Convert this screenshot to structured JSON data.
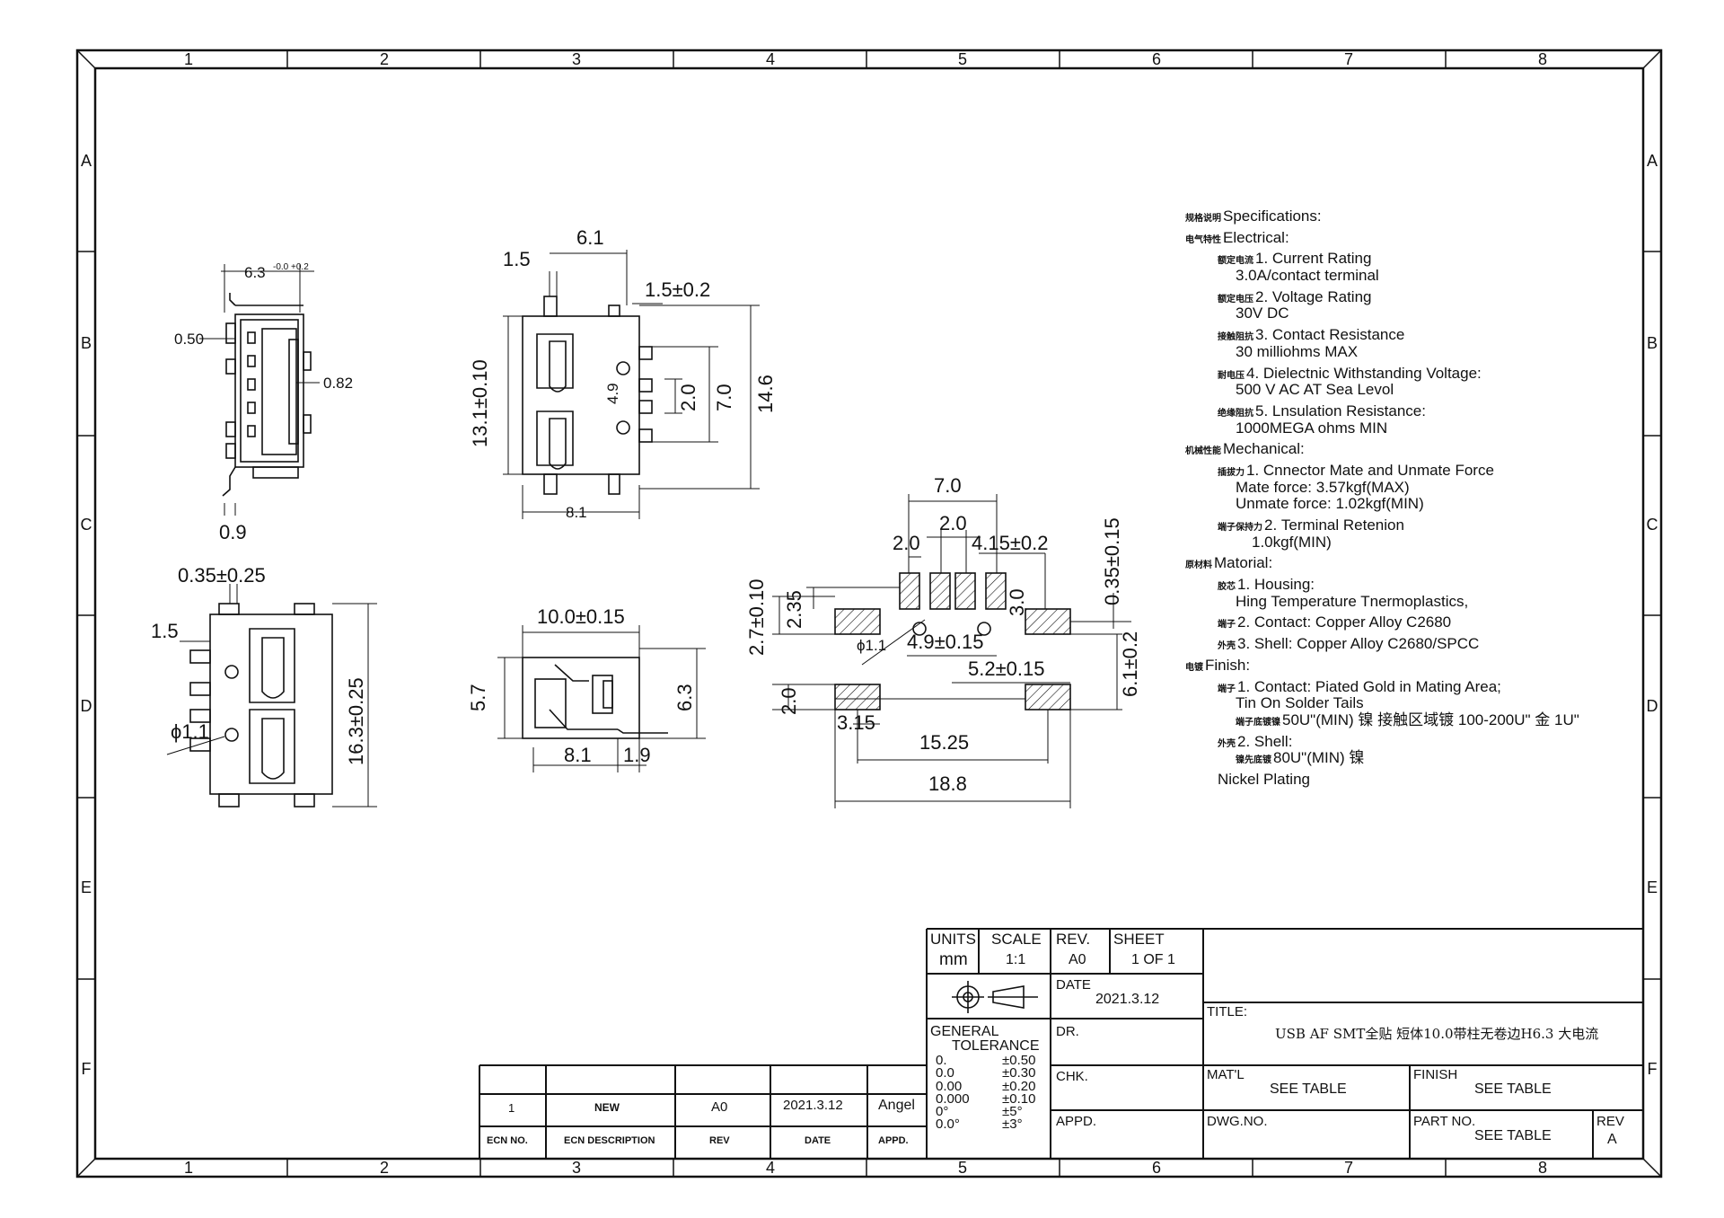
{
  "border": {
    "columns": [
      "1",
      "2",
      "3",
      "4",
      "5",
      "6",
      "7",
      "8"
    ],
    "rows": [
      "A",
      "B",
      "C",
      "D",
      "E",
      "F"
    ]
  },
  "dimensions": {
    "top_width": "6.3",
    "top_tol": "-0.0\n+0.2",
    "left_050": "0.50",
    "right_082": "0.82",
    "bottom_09": "0.9",
    "front_15": "1.5",
    "front_61": "6.1",
    "front_15tol": "1.5±0.2",
    "front_131": "13.1±0.10",
    "front_49": "4.9",
    "front_20": "2.0",
    "front_70": "7.0",
    "front_146": "14.6",
    "front_81": "8.1",
    "bv_035": "0.35±0.25",
    "bv_15": "1.5",
    "bv_phi": "ϕ1.1",
    "bv_163": "16.3±0.25",
    "side_100": "10.0±0.15",
    "side_57": "5.7",
    "side_63": "6.3",
    "side_81": "8.1",
    "side_19": "1.9",
    "pcb_70": "7.0",
    "pcb_20a": "2.0",
    "pcb_20b": "2.0",
    "pcb_415": "4.15±0.2",
    "pcb_27": "2.7±0.10",
    "pcb_235": "2.35",
    "pcb_30": "3.0",
    "pcb_035": "0.35±0.15",
    "pcb_phi": "ϕ1.1",
    "pcb_49": "4.9±0.15",
    "pcb_52": "5.2±0.15",
    "pcb_20c": "2.0",
    "pcb_61": "6.1±0.2",
    "pcb_315": "3.15",
    "pcb_1525": "15.25",
    "pcb_188": "18.8"
  },
  "specs": [
    {
      "cn": "规格说明",
      "text": "Specifications:",
      "indent": 0
    },
    {
      "cn": "电气特性",
      "text": "Electrical:",
      "indent": 0
    },
    {
      "cn": "额定电流",
      "text": "1. Current Rating",
      "indent": 1
    },
    {
      "cn": "",
      "text": "3.0A/contact terminal",
      "indent": 2
    },
    {
      "cn": "额定电压",
      "text": "2. Voltage Rating",
      "indent": 1
    },
    {
      "cn": "",
      "text": "30V DC",
      "indent": 2
    },
    {
      "cn": "接触阻抗",
      "text": "3. Contact Resistance",
      "indent": 1
    },
    {
      "cn": "",
      "text": "30 milliohms MAX",
      "indent": 2
    },
    {
      "cn": "耐电压",
      "text": "4. Dielectnic Withstanding Voltage:",
      "indent": 1
    },
    {
      "cn": "",
      "text": "500 V AC AT Sea Levol",
      "indent": 2
    },
    {
      "cn": "绝缘阻抗",
      "text": "5. Lnsulation Resistance:",
      "indent": 1
    },
    {
      "cn": "",
      "text": "1000MEGA ohms MIN",
      "indent": 2
    },
    {
      "cn": "机械性能",
      "text": "Mechanical:",
      "indent": 0
    },
    {
      "cn": "插拔力",
      "text": "1. Cnnector Mate and Unmate Force",
      "indent": 1
    },
    {
      "cn": "",
      "text": "Mate force: 3.57kgf(MAX)",
      "indent": 2
    },
    {
      "cn": "",
      "text": "Unmate force: 1.02kgf(MIN)",
      "indent": 2
    },
    {
      "cn": "端子保持力",
      "text": "2. Terminal Retenion",
      "indent": 1
    },
    {
      "cn": "",
      "text": "1.0kgf(MIN)",
      "indent": 3
    },
    {
      "cn": "原材料",
      "text": "Matorial:",
      "indent": 0
    },
    {
      "cn": "胶芯",
      "text": "1. Housing:",
      "indent": 1
    },
    {
      "cn": "",
      "text": "Hing Temperature  Tnermoplastics,",
      "indent": 2
    },
    {
      "cn": "端子",
      "text": "2. Contact: Copper Alloy C2680",
      "indent": 1
    },
    {
      "cn": "外壳",
      "text": "3. Shell:  Copper Alloy C2680/SPCC",
      "indent": 1
    },
    {
      "cn": "电镀",
      "text": "Finish:",
      "indent": 0
    },
    {
      "cn": "端子",
      "text": "1. Contact: Piated Gold in Mating Area;",
      "indent": 1
    },
    {
      "cn": "",
      "text": "Tin On Solder Tails",
      "indent": 2
    },
    {
      "cn": "端子底镀镍",
      "text": "50U\"(MIN) 镍 接触区域镀 100-200U\" 金 1U\"",
      "indent": 2
    },
    {
      "cn": "外壳",
      "text": "2. Shell:",
      "indent": 1
    },
    {
      "cn": "镍先底镀",
      "text": "80U\"(MIN) 镍",
      "indent": 2
    },
    {
      "cn": "",
      "text": "Nickel Plating",
      "indent": 1
    }
  ],
  "title_block": {
    "units_label": "UNITS",
    "units_value": "mm",
    "scale_label": "SCALE",
    "scale_value": "1:1",
    "rev_label": "REV.",
    "rev_value": "A0",
    "sheet_label": "SHEET",
    "sheet_value": "1 OF 1",
    "date_label": "DATE",
    "date_value": "2021.3.12",
    "general_label": "GENERAL",
    "tolerance_label": "TOLERANCE",
    "tolerances": [
      {
        "k": "0.",
        "v": "±0.50"
      },
      {
        "k": "0.0",
        "v": "±0.30"
      },
      {
        "k": "0.00",
        "v": "±0.20"
      },
      {
        "k": "0.000",
        "v": "±0.10"
      },
      {
        "k": "0°",
        "v": "±5°"
      },
      {
        "k": "0.0°",
        "v": "±3°"
      }
    ],
    "dr_label": "DR.",
    "chk_label": "CHK.",
    "appd_label": "APPD.",
    "title_label": "TITLE:",
    "title_value": "USB AF SMT全贴 短体10.0带柱无卷边H6.3 大电流",
    "matl_label": "MAT'L",
    "matl_value": "SEE TABLE",
    "finish_label": "FINISH",
    "finish_value": "SEE TABLE",
    "dwgno_label": "DWG.NO.",
    "partno_label": "PART NO.",
    "partno_value": "SEE TABLE",
    "rev2_label": "REV",
    "rev2_value": "A"
  },
  "revision_table": {
    "row": {
      "ecn": "1",
      "desc": "NEW",
      "rev": "A0",
      "date": "2021.3.12",
      "appd": "Angel"
    },
    "headers": {
      "ecn": "ECN NO.",
      "desc": "ECN DESCRIPTION",
      "rev": "REV",
      "date": "DATE",
      "appd": "APPD."
    }
  }
}
